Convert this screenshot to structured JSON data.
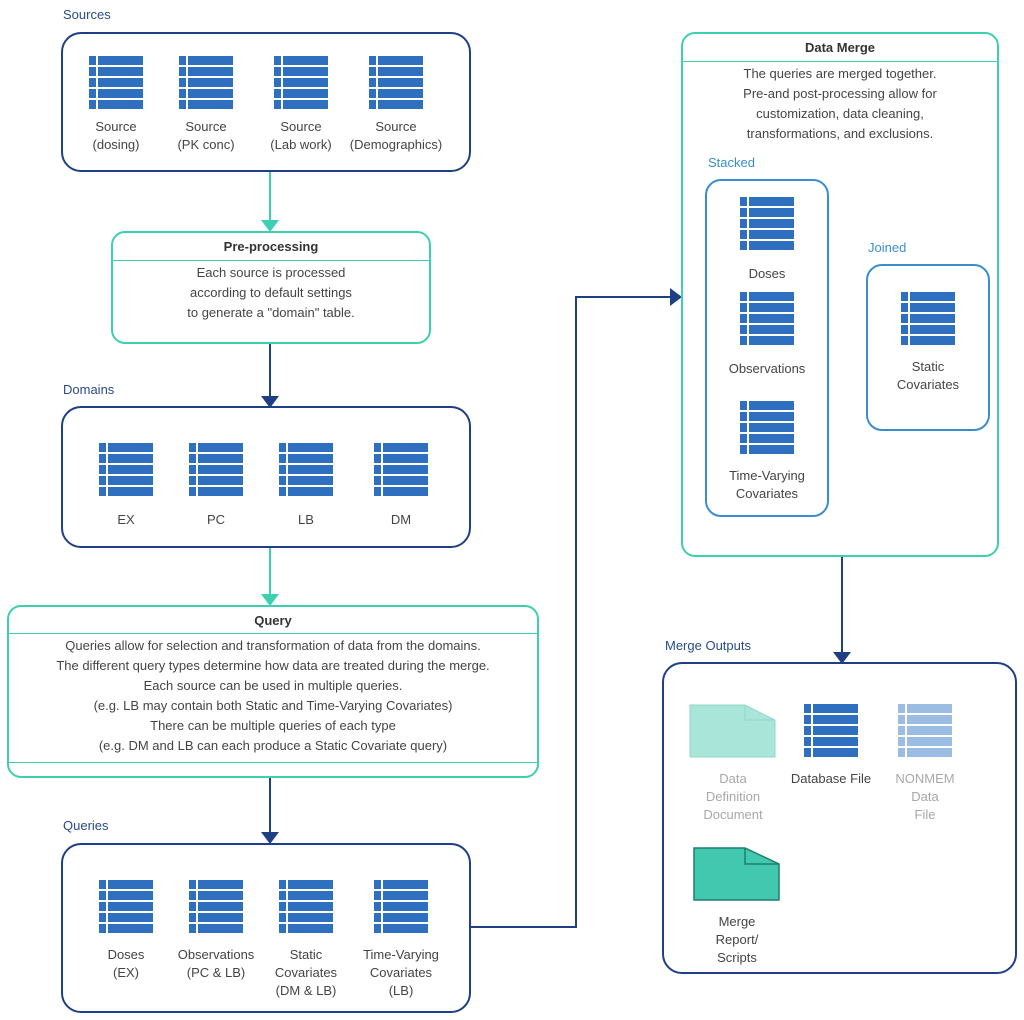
{
  "sources": {
    "label": "Sources",
    "items": [
      {
        "line1": "Source",
        "line2": "(dosing)"
      },
      {
        "line1": "Source",
        "line2": "(PK conc)"
      },
      {
        "line1": "Source",
        "line2": "(Lab work)"
      },
      {
        "line1": "Source",
        "line2": "(Demographics)"
      }
    ]
  },
  "preprocessing": {
    "title": "Pre-processing",
    "lines": [
      "Each source is processed",
      "according to default settings",
      "to generate a \"domain\"  table."
    ]
  },
  "domains": {
    "label": "Domains",
    "items": [
      "EX",
      "PC",
      "LB",
      "DM"
    ]
  },
  "query": {
    "title": "Query",
    "lines": [
      "Queries allow for selection and transformation of data from the domains.",
      "The different query types determine how data are treated during the merge.",
      "Each source can be used in multiple queries.",
      "(e.g. LB may contain both Static and Time-Varying Covariates)",
      "There can be multiple queries of each type",
      "(e.g. DM and LB can each produce a Static Covariate query)"
    ]
  },
  "queries": {
    "label": "Queries",
    "items": [
      {
        "l1": "Doses",
        "l2": "(EX)",
        "l3": ""
      },
      {
        "l1": "Observations",
        "l2": "(PC & LB)",
        "l3": ""
      },
      {
        "l1": "Static",
        "l2": "Covariates",
        "l3": "(DM & LB)"
      },
      {
        "l1": "Time-Varying",
        "l2": "Covariates",
        "l3": "(LB)"
      }
    ]
  },
  "data_merge": {
    "title": "Data Merge",
    "lines": [
      "The queries are merged together.",
      "Pre-and post-processing allow for",
      "customization, data cleaning,",
      "transformations, and exclusions."
    ],
    "stacked_label": "Stacked",
    "stacked_items": [
      {
        "l1": "Doses",
        "l2": ""
      },
      {
        "l1": "Observations",
        "l2": ""
      },
      {
        "l1": "Time-Varying",
        "l2": "Covariates"
      }
    ],
    "joined_label": "Joined",
    "joined_item": {
      "l1": "Static",
      "l2": "Covariates"
    }
  },
  "merge_outputs": {
    "label": "Merge Outputs",
    "items": [
      {
        "l1": "Data",
        "l2": "Definition",
        "l3": "Document"
      },
      {
        "l1": "Database File",
        "l2": "",
        "l3": ""
      },
      {
        "l1": "NONMEM",
        "l2": "Data",
        "l3": "File"
      },
      {
        "l1": "Merge",
        "l2": "Report/",
        "l3": "Scripts"
      }
    ]
  },
  "colors": {
    "navy": "#1f3f85",
    "teal": "#3ccfb0",
    "blue": "#3a8ed0",
    "table_blue": "#2f6fbf",
    "table_light": "#9cbde3",
    "doc_light": "#a9e6d9",
    "doc_teal": "#43c8b0"
  },
  "icons": {
    "table": "table-icon",
    "document": "document-icon"
  }
}
